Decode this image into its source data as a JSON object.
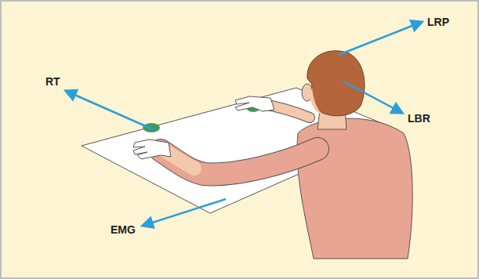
{
  "diagram": {
    "labels": [
      "LRP",
      "RT",
      "LBR",
      "EMG"
    ]
  }
}
